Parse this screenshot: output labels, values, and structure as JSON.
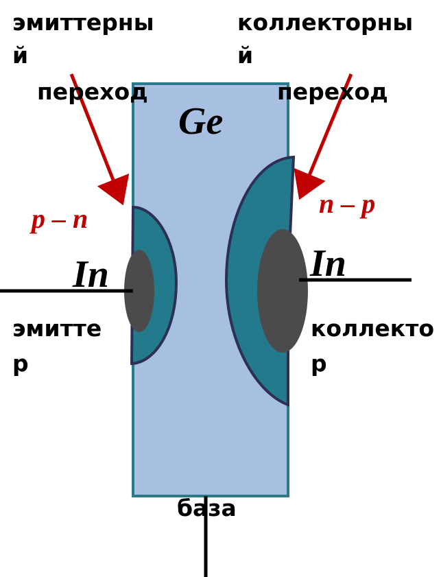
{
  "labels": {
    "emitter_junction_line1": "эмиттерны",
    "emitter_junction_line2": "й",
    "emitter_junction_line3": "переход",
    "collector_junction_line1": "коллекторны",
    "collector_junction_line2": "й",
    "collector_junction_line3": "переход",
    "germanium": "Ge",
    "emitter_type": "p – n",
    "collector_type": "n – p",
    "indium_left": "In",
    "indium_right": "In",
    "emitter_line1": "эмитте",
    "emitter_line2": "р",
    "collector_line1": "коллекто",
    "collector_line2": "р",
    "base": "база"
  },
  "colors": {
    "crystal_fill": "#a7bfe0",
    "crystal_stroke": "#2b7a8c",
    "region_fill": "#237a8c",
    "region_stroke": "#2d2f55",
    "contact_fill": "#4b4b4b",
    "arrow": "#c00000",
    "wire": "#000000"
  }
}
